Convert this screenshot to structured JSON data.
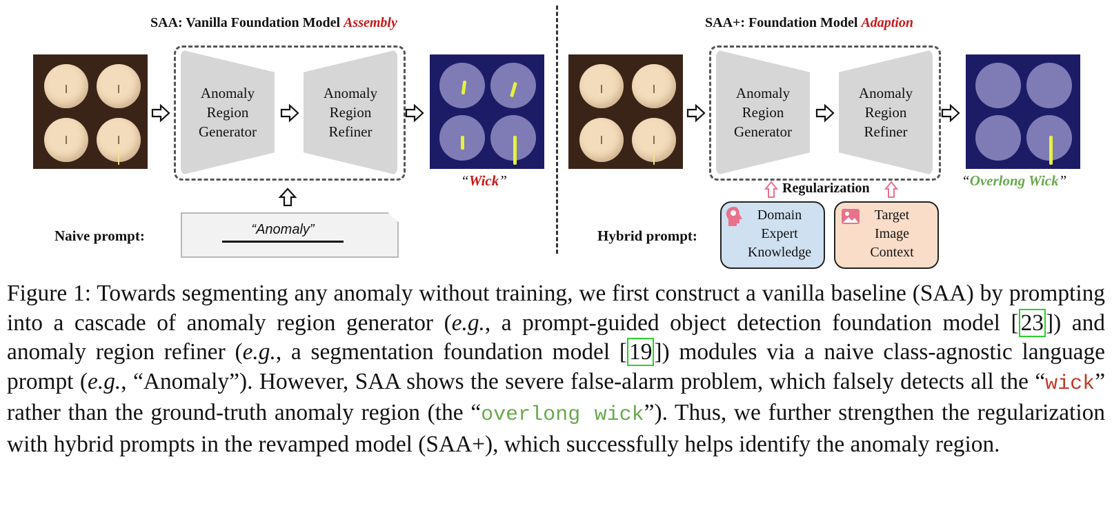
{
  "left_panel": {
    "title": "SAA: Vanilla Foundation Model",
    "title_emphasis": "Assembly",
    "generator_label": "Anomaly Region Generator",
    "refiner_label": "Anomaly Region Refiner",
    "output_caption_quote_open": "“",
    "output_caption_word": "Wick",
    "output_caption_quote_close": "”",
    "prompt_label": "Naive prompt:",
    "prompt_text": "“Anomaly”"
  },
  "right_panel": {
    "title": "SAA+: Foundation Model",
    "title_emphasis": "Adaption",
    "generator_label": "Anomaly Region Generator",
    "refiner_label": "Anomaly Region Refiner",
    "output_caption_quote_open": "“",
    "output_caption_word": "Overlong Wick",
    "output_caption_quote_close": "”",
    "regularization_label": "Regularization",
    "prompt_label": "Hybrid  prompt:",
    "domain_box": "Domain Expert Knowledge",
    "context_box": "Target Image Context"
  },
  "colors": {
    "emphasis_red": "#c81818",
    "emphasis_green": "#6aa84f",
    "domain_box_fill": "#cfe0f1",
    "context_box_fill": "#f9ddc9",
    "icon_pink": "#e8728c",
    "cite_border": "#2bd02b"
  },
  "caption": {
    "p1": "Figure 1: Towards segmenting any anomaly without training, we first construct a vanilla baseline (SAA) by prompting into a cascade of anomaly region generator (",
    "eg1": "e.g.",
    "p2": ", a prompt-guided object detection foundation model [",
    "cite1": "23",
    "p3": "]) and anomaly region refiner (",
    "eg2": "e.g.",
    "p4": ", a segmentation foundation model [",
    "cite2": "19",
    "p5": "]) modules via a naive class-agnostic language prompt (",
    "eg3": "e.g.",
    "p6": ", “Anomaly”). However, SAA shows the severe false-alarm problem, which falsely detects all the “",
    "code1": "wick",
    "p7": "” rather than the ground-truth anomaly region (the “",
    "code2": "overlong wick",
    "p8": "”). Thus, we further strengthen the regularization with hybrid prompts in the revamped model (SAA+), which successfully helps identify the anomaly region."
  }
}
